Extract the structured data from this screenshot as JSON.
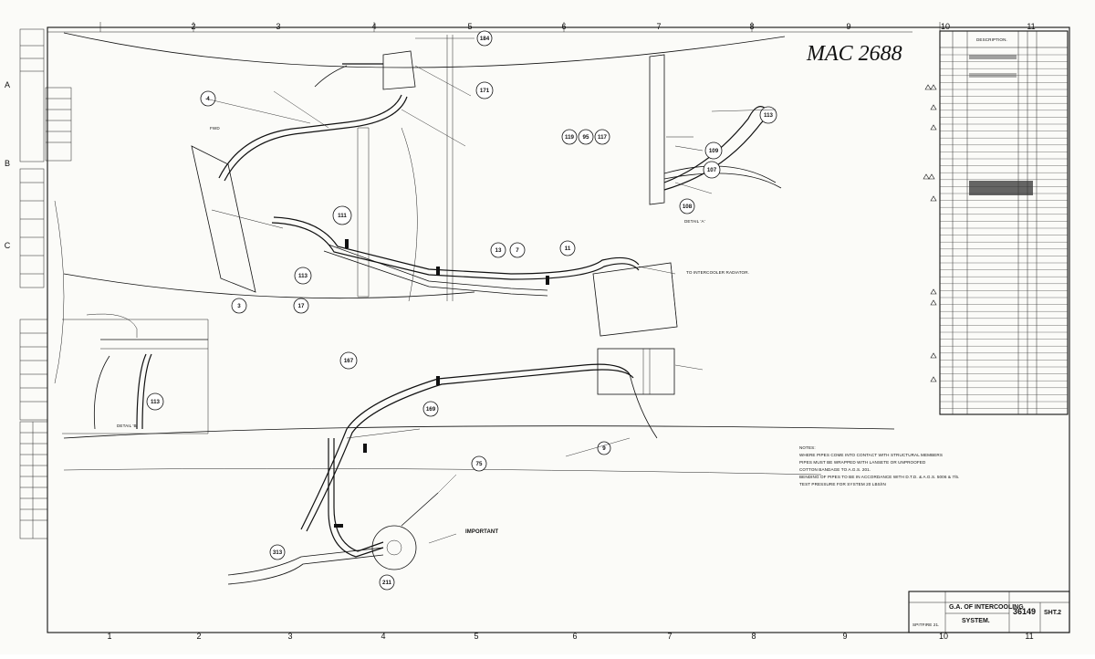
{
  "handwritten_id": "MAC 2688",
  "grid_top": [
    "2",
    "3",
    "4",
    "5",
    "6",
    "7",
    "8",
    "9",
    "10",
    "11"
  ],
  "grid_bottom": [
    "1",
    "2",
    "3",
    "4",
    "5",
    "6",
    "7",
    "8",
    "9",
    "10",
    "11"
  ],
  "grid_left": [
    "A",
    "B",
    "C"
  ],
  "title_block": {
    "title_line1": "G.A. OF INTERCOOLING",
    "title_line2": "SYSTEM.",
    "drawing_no": "36149",
    "sheet": "SHT.2",
    "scale": "SPITFIRE 21."
  },
  "parts_header": {
    "description": "DESCRIPTION."
  },
  "balloons": {
    "b184": "184",
    "b171": "171",
    "b111": "111",
    "b113a": "113",
    "b113b": "113",
    "b113c": "113",
    "b109": "109",
    "b107": "107",
    "b108": "108",
    "b119": "119",
    "b95": "95",
    "b117": "117",
    "b13": "13",
    "b7": "7",
    "b11": "11",
    "b3": "3",
    "b17": "17",
    "b167": "167",
    "b169": "169",
    "b9": "9",
    "b75": "75",
    "b211": "211",
    "b313": "313",
    "b4": "4"
  },
  "notes": {
    "detail_a": "DETAIL 'A'",
    "detail_b": "DETAIL 'B'",
    "mark_fwd": "FWD",
    "to_radiator": "TO INTERCOOLER RADIATOR.",
    "important": "IMPORTANT",
    "notes_heading": "NOTES:",
    "notes_line1": "WHERE PIPES COME INTO CONTACT WITH STRUCTURAL MEMBERS",
    "notes_line2": "PIPES MUST BE WRAPPED WITH LANSETE OR UNPROOFED",
    "notes_line3": "COTTON BANDAGE TO A.G.S. 201.",
    "notes_line4": "BENDING OF PIPES TO BE IN ACCORDANCE WITH D.T.D. & A.G.S. 5006 & 7/5.",
    "notes_line5": "TEST PRESSURE FOR SYSTEM 20 LBS/IN"
  }
}
